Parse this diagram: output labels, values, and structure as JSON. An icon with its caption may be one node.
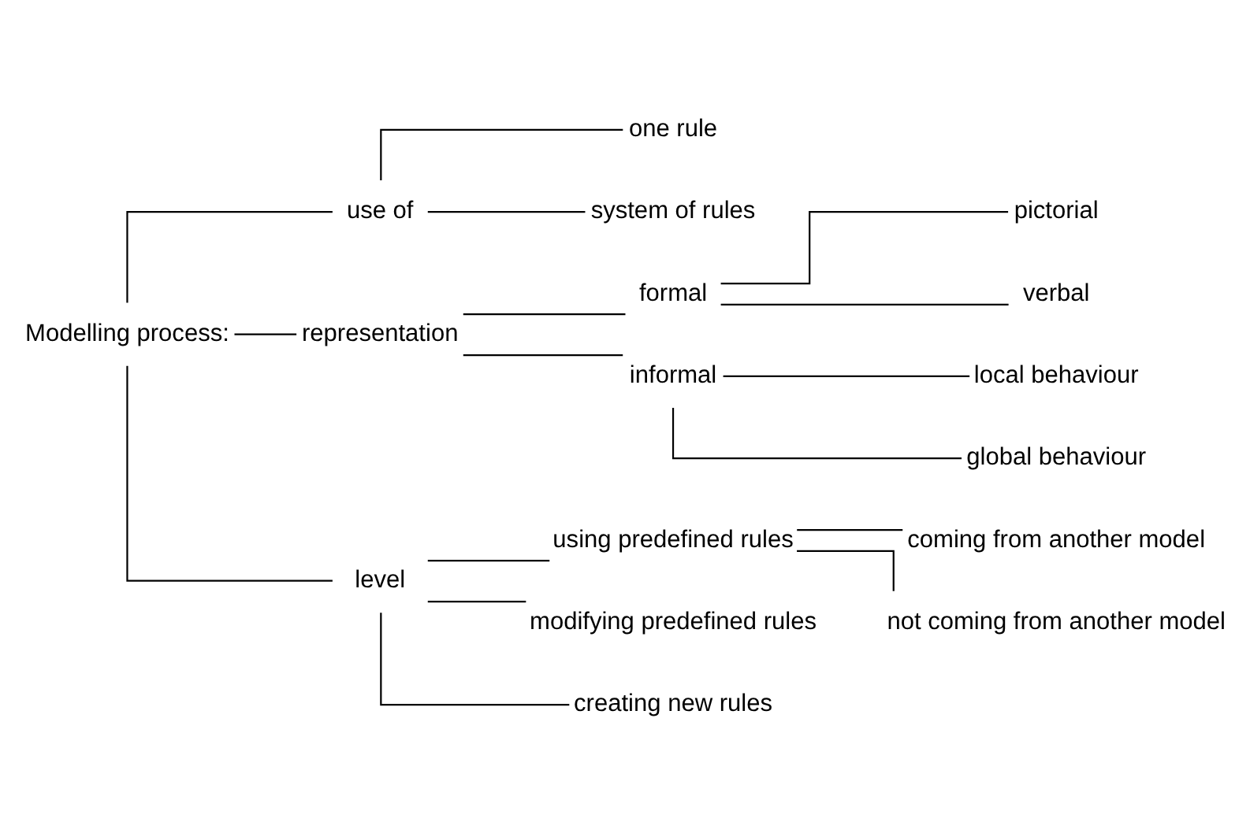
{
  "diagram": {
    "nodes": [
      {
        "text": [
          "Modelling process:"
        ]
      },
      {
        "text": [
          "use of"
        ]
      },
      {
        "text": [
          "one rule"
        ]
      },
      {
        "text": [
          "system of rules"
        ]
      },
      {
        "text": [
          "representation"
        ]
      },
      {
        "text": [
          "formal"
        ]
      },
      {
        "text": [
          "pictorial"
        ]
      },
      {
        "text": [
          "verbal"
        ]
      },
      {
        "text": [
          "informal"
        ]
      },
      {
        "text": [
          "local behaviour"
        ]
      },
      {
        "text": [
          "global behaviour"
        ]
      },
      {
        "text": [
          "level"
        ]
      },
      {
        "text": [
          "using predefined rules"
        ]
      },
      {
        "text": [
          "modifying predefined rules"
        ]
      },
      {
        "text": [
          "creating new rules"
        ]
      },
      {
        "text": [
          "coming from another model"
        ]
      },
      {
        "text": [
          "not coming from another model"
        ]
      }
    ],
    "edges": [
      {
        "from": 0,
        "to": 1,
        "arrow": "none"
      },
      {
        "from": 0,
        "to": 4,
        "arrow": "none"
      },
      {
        "from": 0,
        "to": 11,
        "arrow": "none"
      },
      {
        "from": 1,
        "to": 2,
        "arrow": "none"
      },
      {
        "from": 1,
        "to": 3,
        "arrow": "none"
      },
      {
        "from": 4,
        "to": 5,
        "arrow": "none"
      },
      {
        "from": 4,
        "to": 8,
        "arrow": "none"
      },
      {
        "from": 5,
        "to": 6,
        "arrow": "none"
      },
      {
        "from": 5,
        "to": 7,
        "arrow": "none"
      },
      {
        "from": 8,
        "to": 9,
        "arrow": "none"
      },
      {
        "from": 8,
        "to": 10,
        "arrow": "none"
      },
      {
        "from": 11,
        "to": 12,
        "arrow": "none"
      },
      {
        "from": 11,
        "to": 13,
        "arrow": "none"
      },
      {
        "from": 11,
        "to": 14,
        "arrow": "none"
      },
      {
        "from": 12,
        "to": 15,
        "arrow": "none"
      },
      {
        "from": 12,
        "to": 16,
        "arrow": "none"
      }
    ]
  }
}
